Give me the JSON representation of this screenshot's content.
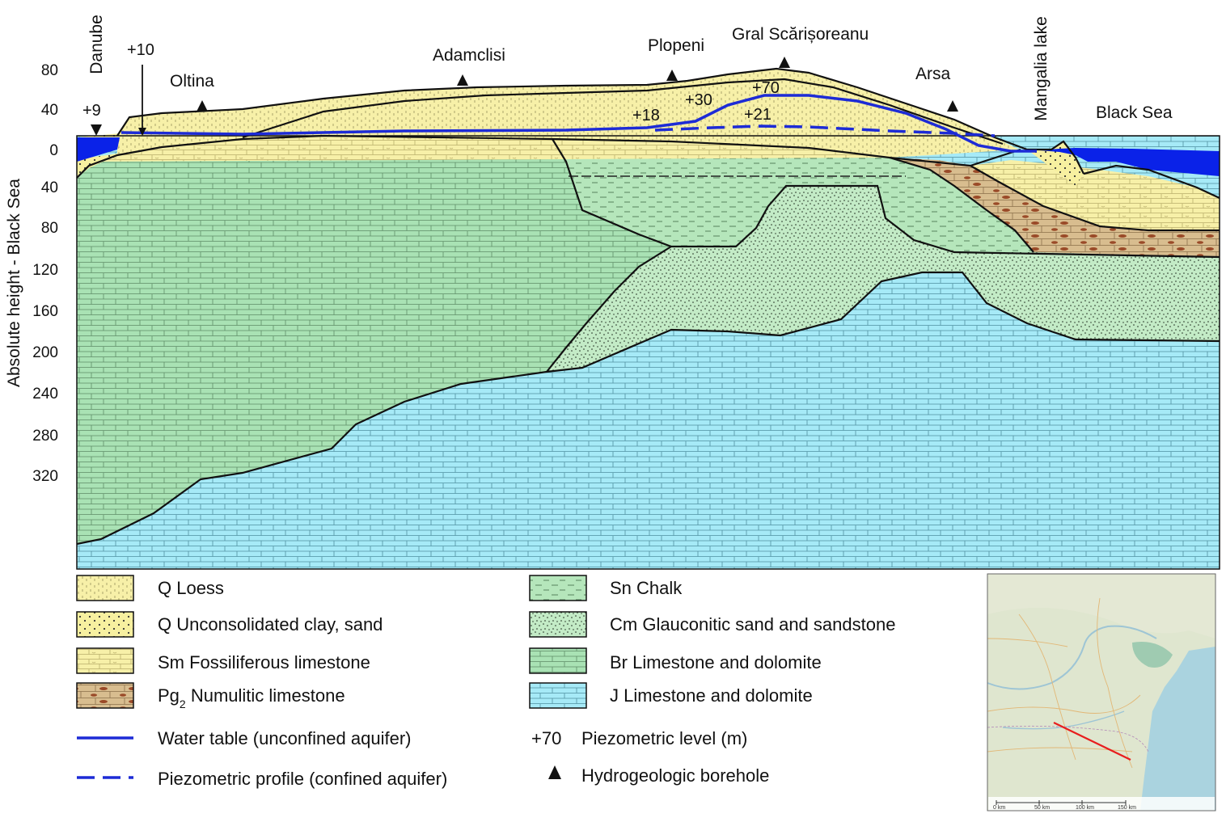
{
  "yaxis": {
    "label": "Absolute height - Black Sea",
    "ticks": [
      "80",
      "40",
      "0",
      "40",
      "80",
      "120",
      "160",
      "200",
      "240",
      "280",
      "320"
    ]
  },
  "places": {
    "danube": "Danube",
    "oltina": "Oltina",
    "adamclisi": "Adamclisi",
    "plopeni": "Plopeni",
    "gral": "Gral Scărișoreanu",
    "arsa": "Arsa",
    "mangalia": "Mangalia lake",
    "black_sea": "Black Sea"
  },
  "piezometric_levels": [
    "+9",
    "+10",
    "+18",
    "+30",
    "+70",
    "+21"
  ],
  "legend": {
    "loess": "Q Loess",
    "clay_sand": "Q Unconsolidated clay, sand",
    "sm_limestone": "Sm Fossiliferous limestone",
    "pg2_prefix": "Pg",
    "pg2_sub": "2",
    "pg2_rest": " Numulitic limestone",
    "sn_chalk": "Sn Chalk",
    "cm_glauconitic": "Cm Glauconitic sand and sandstone",
    "br_limestone": "Br Limestone and dolomite",
    "j_limestone": "J Limestone and dolomite",
    "water_table": "Water table (unconfined aquifer)",
    "piezo_profile": "Piezometric profile (confined aquifer)",
    "piezo_level_sample": "+70",
    "piezo_level_label": "Piezometric level (m)",
    "borehole": "Hydrogeologic borehole"
  },
  "inset_map": {
    "scale_labels": [
      "0 km",
      "50 km",
      "100 km",
      "150 km"
    ]
  },
  "colors": {
    "loess": "#f7f0a8",
    "br_limestone": "#a9e2b4",
    "j_limestone": "#a6eaf7",
    "chalk": "#b5e6bb",
    "glauconitic": "#c3ebc6",
    "numulitic": "#d8bd8f",
    "sea": "#0a22e8",
    "water_table": "#1d2bd6",
    "profile_line": "#e81e1e"
  }
}
